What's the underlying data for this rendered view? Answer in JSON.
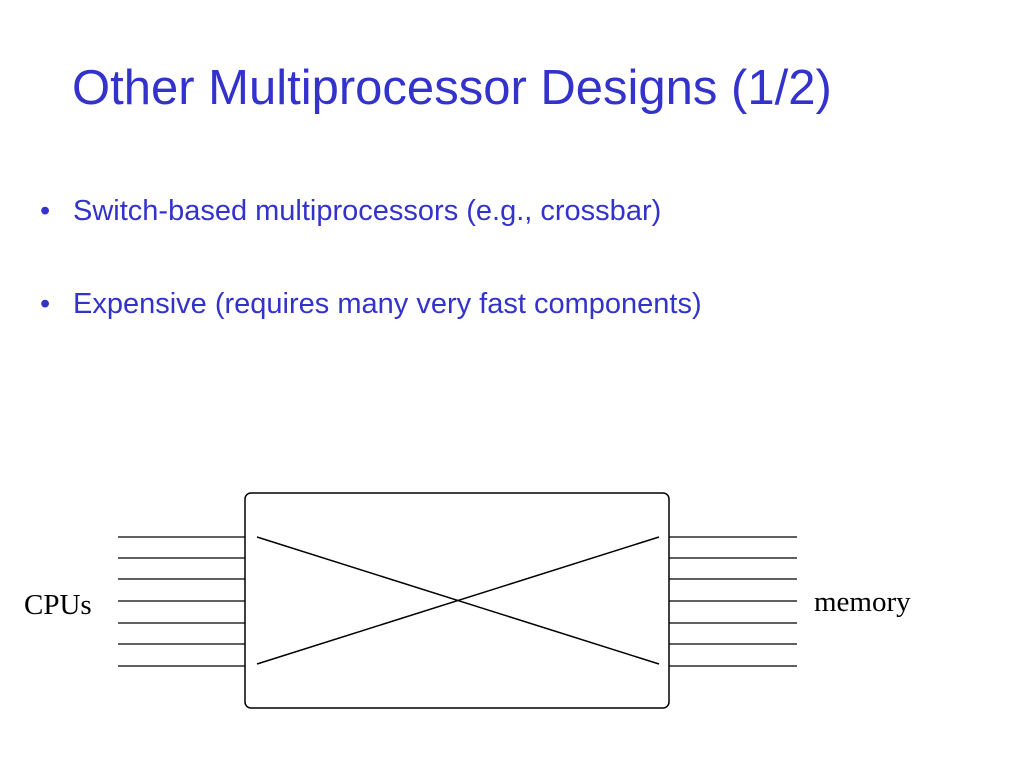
{
  "slide": {
    "title": "Other Multiprocessor Designs (1/2)",
    "bullet_glyph": "•",
    "bullets": [
      "Switch-based multiprocessors (e.g., crossbar)",
      "Expensive (requires many very fast components)"
    ]
  },
  "diagram": {
    "left_label": "CPUs",
    "right_label": "memory",
    "line_color": "#000000"
  },
  "colors": {
    "text_accent": "#3333cc",
    "background": "#ffffff"
  }
}
